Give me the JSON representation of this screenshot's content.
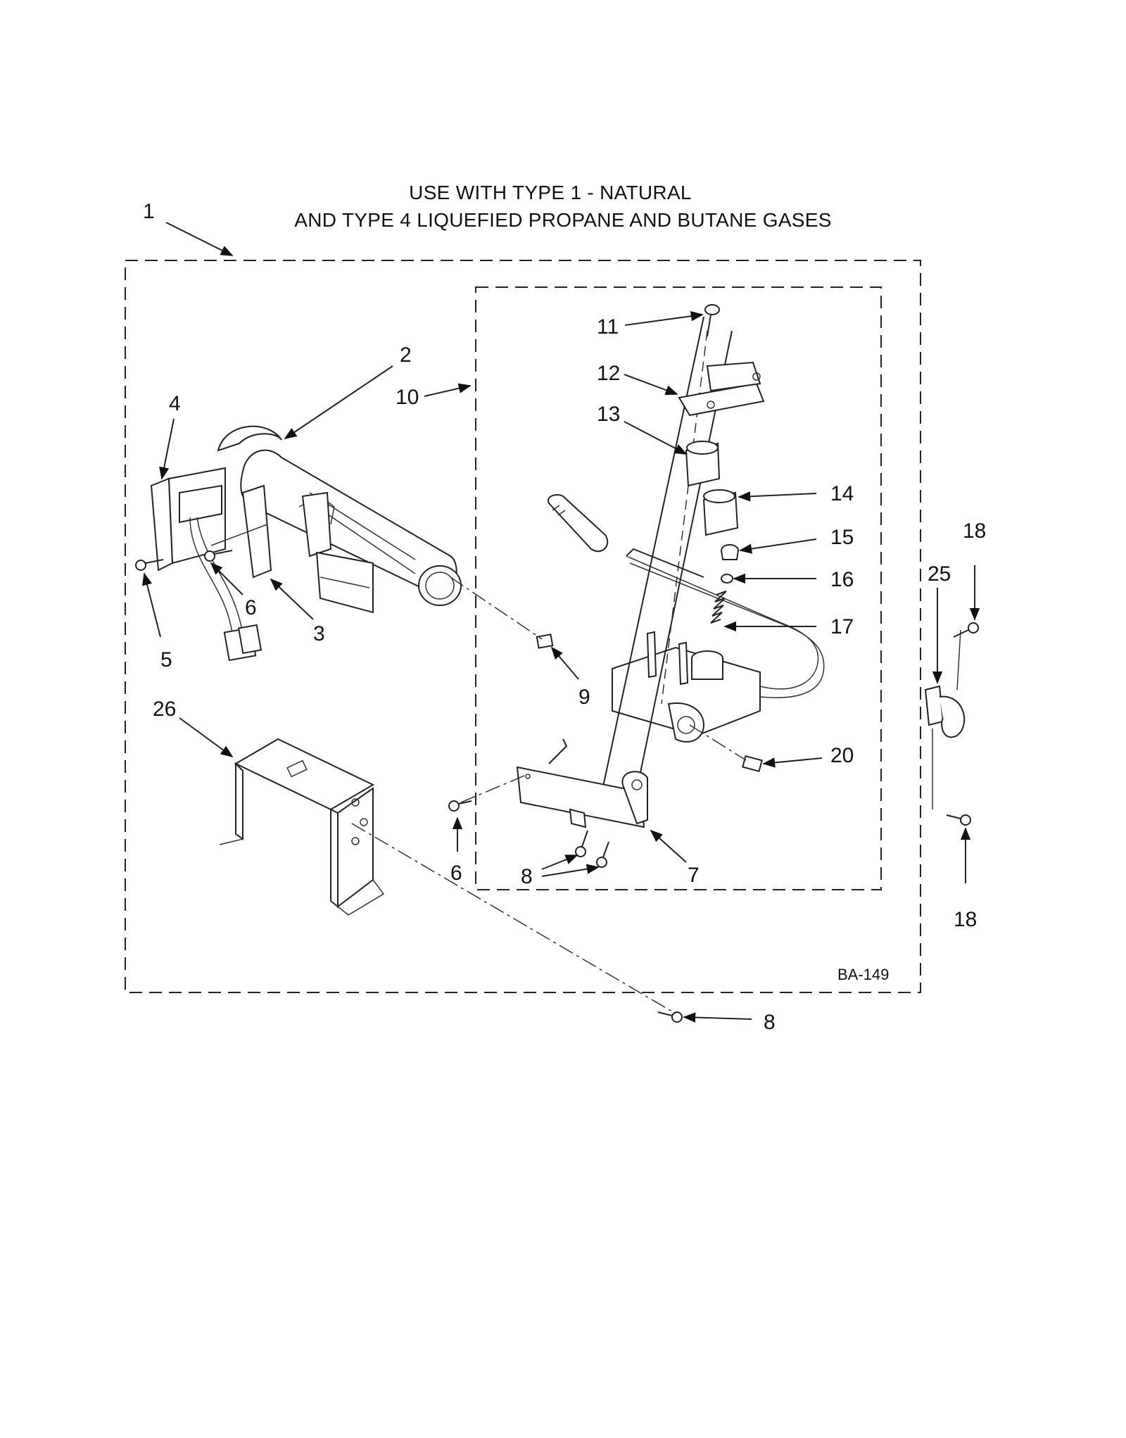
{
  "header": {
    "line1": "USE WITH TYPE 1 -  NATURAL",
    "line2": "AND TYPE 4    LIQUEFIED PROPANE AND BUTANE GASES"
  },
  "diagram_code": "BA-149",
  "callouts": {
    "c1": "1",
    "c2": "2",
    "c3": "3",
    "c4": "4",
    "c5": "5",
    "c6a": "6",
    "c6b": "6",
    "c7": "7",
    "c8a": "8",
    "c8b": "8",
    "c9": "9",
    "c10": "10",
    "c11": "11",
    "c12": "12",
    "c13": "13",
    "c14": "14",
    "c15": "15",
    "c16": "16",
    "c17": "17",
    "c18a": "18",
    "c18b": "18",
    "c20": "20",
    "c25": "25",
    "c26": "26"
  }
}
